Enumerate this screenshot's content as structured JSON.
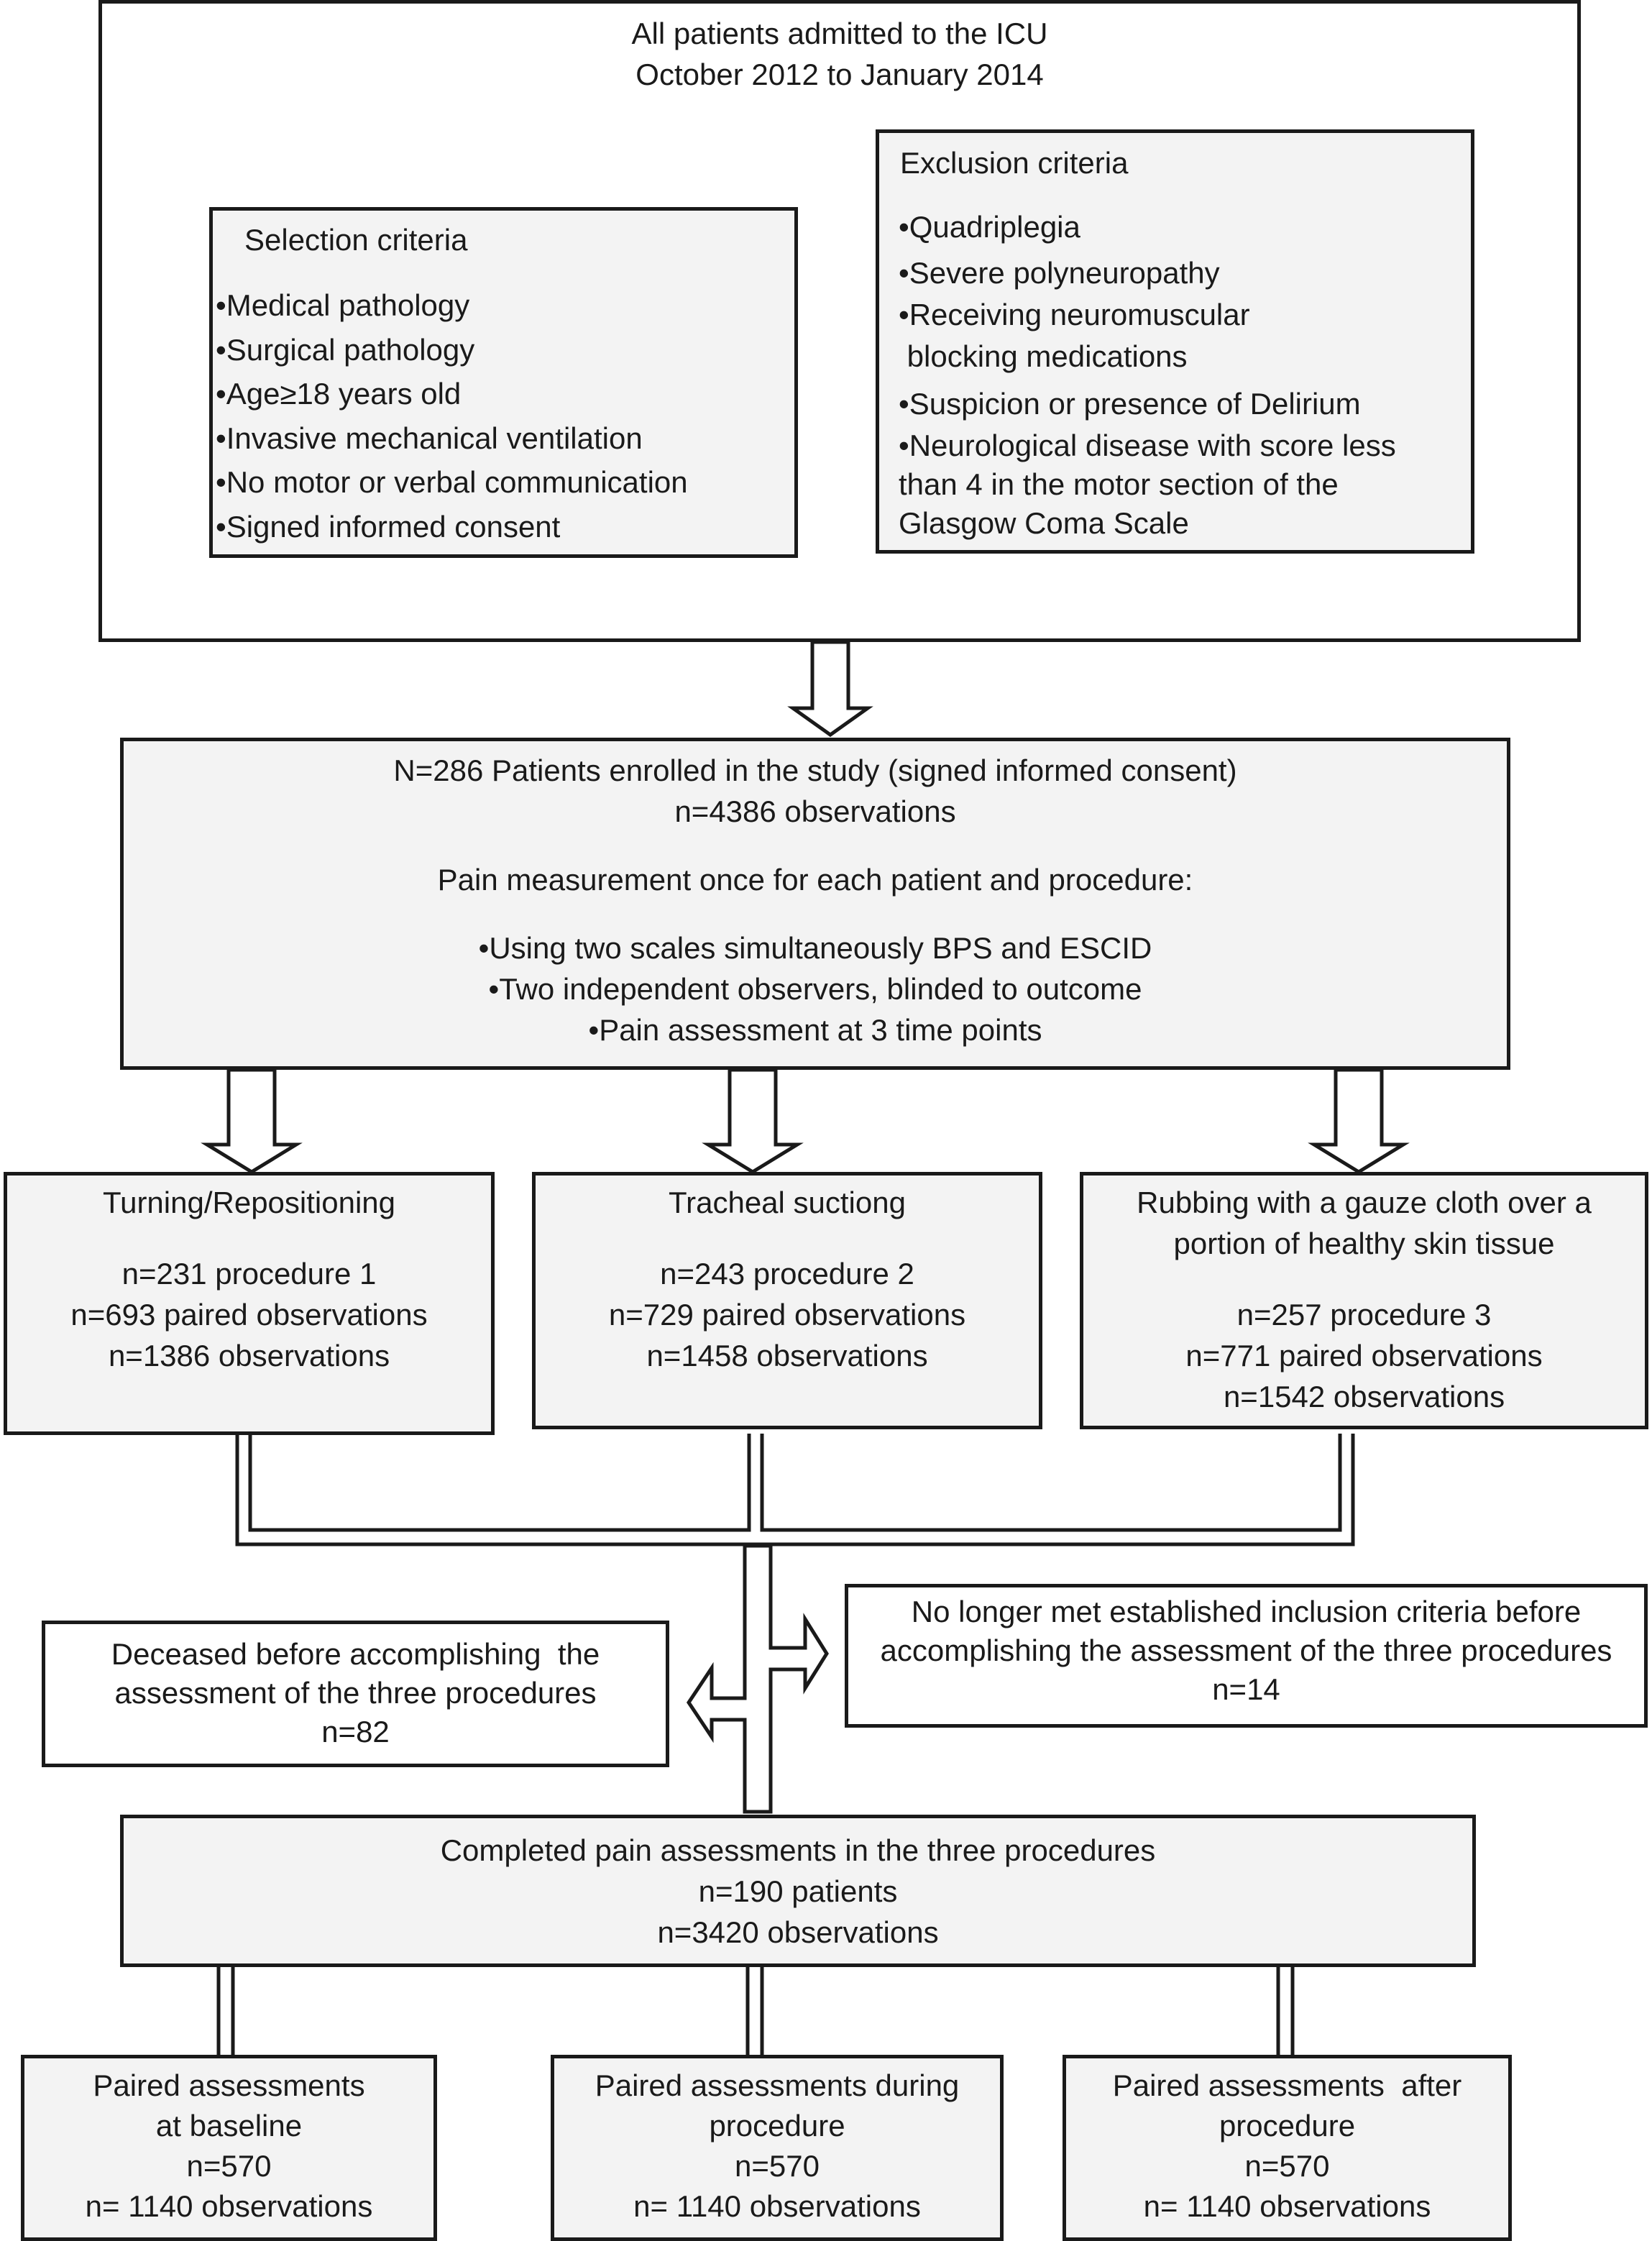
{
  "admitted": {
    "lines": [
      "All patients admitted to the ICU",
      "October 2012 to January 2014"
    ]
  },
  "selection": {
    "title": "Selection criteria",
    "items": [
      "•Medical pathology",
      "•Surgical pathology",
      "•Age≥18 years old",
      "•Invasive mechanical ventilation",
      "•No motor or verbal communication",
      "•Signed informed consent"
    ]
  },
  "exclusion": {
    "title": "Exclusion criteria",
    "lines": [
      "•Quadriplegia",
      "•Severe polyneuropathy",
      "•Receiving neuromuscular",
      " blocking medications",
      "•Suspicion or presence of Delirium",
      "•Neurological disease with score less",
      "than 4 in the motor section of the",
      "Glasgow Coma Scale"
    ]
  },
  "enrolled": {
    "lines": [
      "N=286 Patients enrolled in the study (signed informed consent)",
      "n=4386 observations"
    ],
    "method_title": "Pain measurement once for each patient and procedure:",
    "method_items": [
      "•Using two scales simultaneously BPS and ESCID",
      "•Two independent observers, blinded to outcome",
      "•Pain assessment at 3 time points"
    ]
  },
  "procedures": [
    {
      "title_lines": [
        "Turning/Repositioning"
      ],
      "stat_lines": [
        "n=231 procedure 1",
        "n=693 paired observations",
        "n=1386 observations"
      ]
    },
    {
      "title_lines": [
        "Tracheal suctiong"
      ],
      "stat_lines": [
        "n=243 procedure 2",
        "n=729 paired observations",
        "n=1458 observations"
      ]
    },
    {
      "title_lines": [
        "Rubbing with a gauze cloth over a",
        "portion of healthy skin tissue"
      ],
      "stat_lines": [
        "n=257 procedure 3",
        "n=771 paired observations",
        "n=1542 observations"
      ]
    }
  ],
  "deceased": {
    "lines": [
      "Deceased before accomplishing  the",
      "assessment of the three procedures",
      "n=82"
    ]
  },
  "no_longer": {
    "lines": [
      "No longer met established inclusion criteria before",
      "accomplishing the assessment of the three procedures",
      "n=14"
    ]
  },
  "completed": {
    "lines": [
      "Completed pain assessments in the three procedures",
      "n=190 patients",
      "n=3420 observations"
    ]
  },
  "paired": [
    {
      "lines": [
        "Paired assessments",
        "at baseline",
        "n=570",
        "n= 1140 observations"
      ]
    },
    {
      "lines": [
        "Paired assessments during",
        "procedure",
        "n=570",
        "n= 1140 observations"
      ]
    },
    {
      "lines": [
        "Paired assessments  after",
        "procedure",
        "n=570",
        "n= 1140 observations"
      ]
    }
  ]
}
